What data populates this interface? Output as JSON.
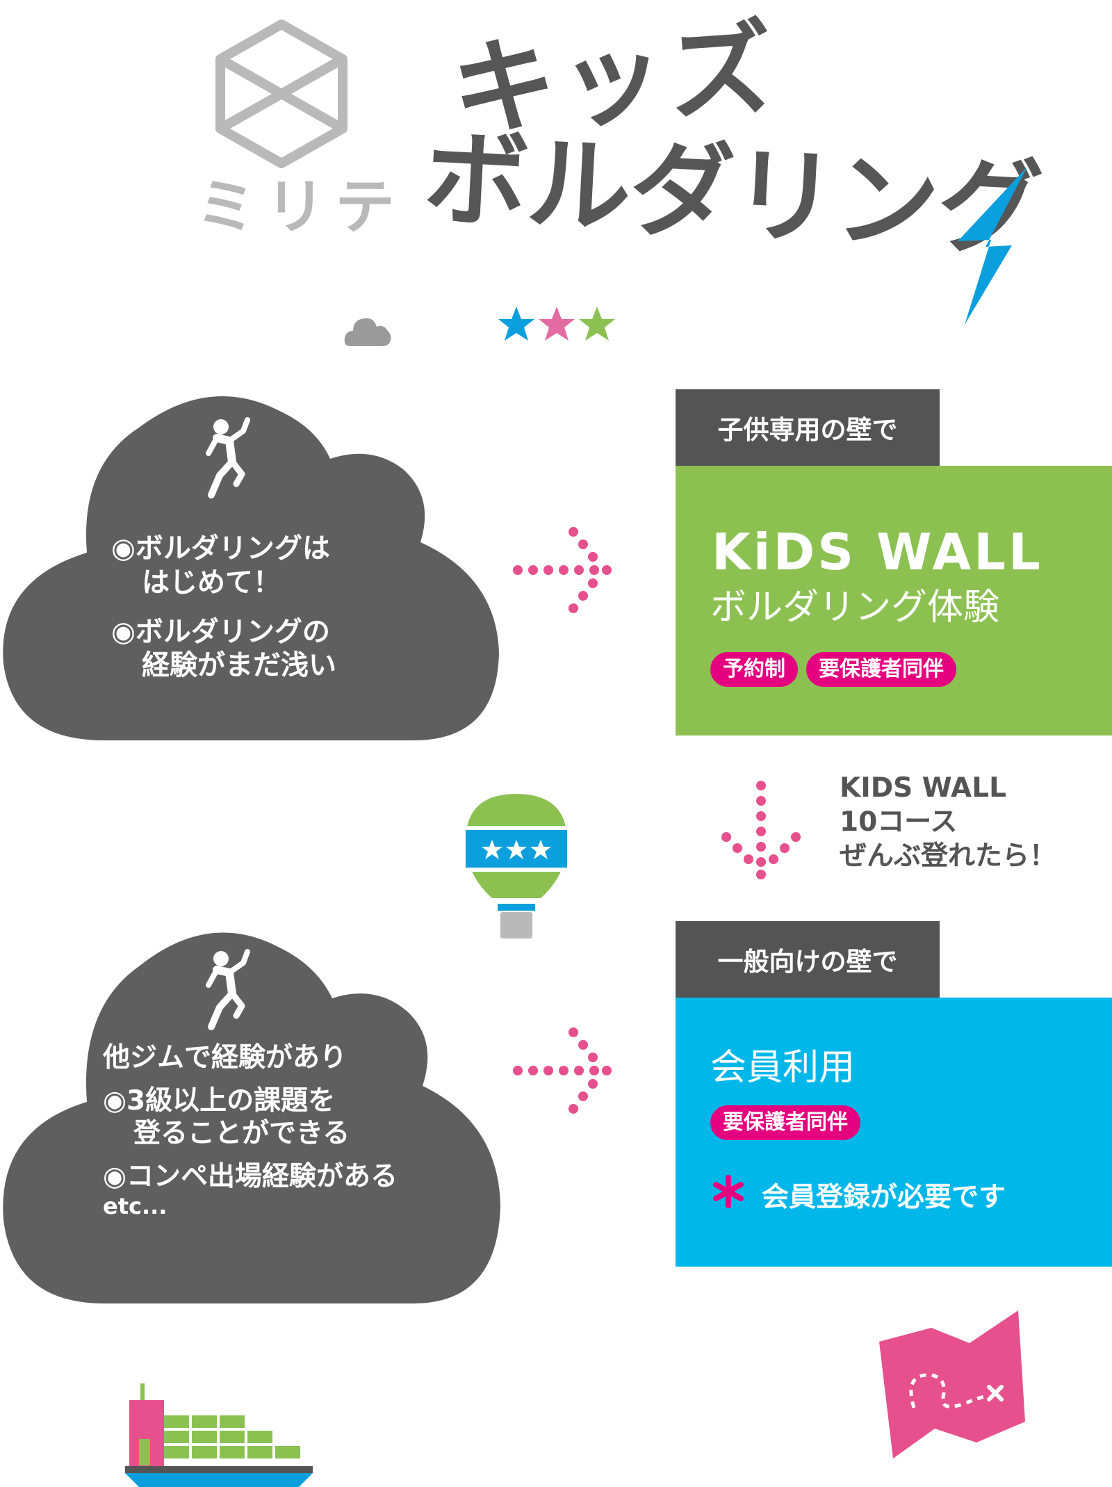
{
  "brand": {
    "name": "ミリテ"
  },
  "title": {
    "line1": "キッズ",
    "line2": "ボルダリング"
  },
  "colors": {
    "dark": "#545454",
    "green": "#8cc152",
    "blue": "#01b7ea",
    "pink": "#e4007f",
    "arrow_pink": "#e6508c",
    "star_blue": "#0ba0dd",
    "star_pink": "#e26ba3",
    "star_green": "#8cc152"
  },
  "section1": {
    "cloud_lines": [
      "◉ボルダリングは",
      "はじめて！",
      "◉ボルダリングの",
      "経験がまだ浅い"
    ],
    "tab": "子供専用の壁で",
    "logo": "KiDS WALL",
    "subtitle": "ボルダリング体験",
    "badges": [
      "予約制",
      "要保護者同伴"
    ]
  },
  "transition": {
    "lines": [
      "KIDS WALL",
      "10コース",
      "ぜんぶ登れたら！"
    ]
  },
  "section2": {
    "cloud_lines": [
      "他ジムで経験があり",
      "◉3級以上の課題を",
      "登ることができる",
      "◉コンペ出場経験がある",
      "etc..."
    ],
    "tab": "一般向けの壁で",
    "subtitle": "会員利用",
    "badges": [
      "要保護者同伴"
    ],
    "note": "会員登録が必要です"
  },
  "icons": {
    "logo": "hexagon-cube-logo-icon",
    "lightning": "lightning-bolt-icon",
    "cloud_small": "small-cloud-icon",
    "stars": "three-stars-icon",
    "climber": "climber-icon",
    "arrow_right": "dotted-arrow-right-icon",
    "arrow_down": "dotted-arrow-down-icon",
    "balloon": "hot-air-balloon-icon",
    "asterisk": "asterisk-icon",
    "map": "treasure-map-icon",
    "ship": "container-ship-icon"
  }
}
